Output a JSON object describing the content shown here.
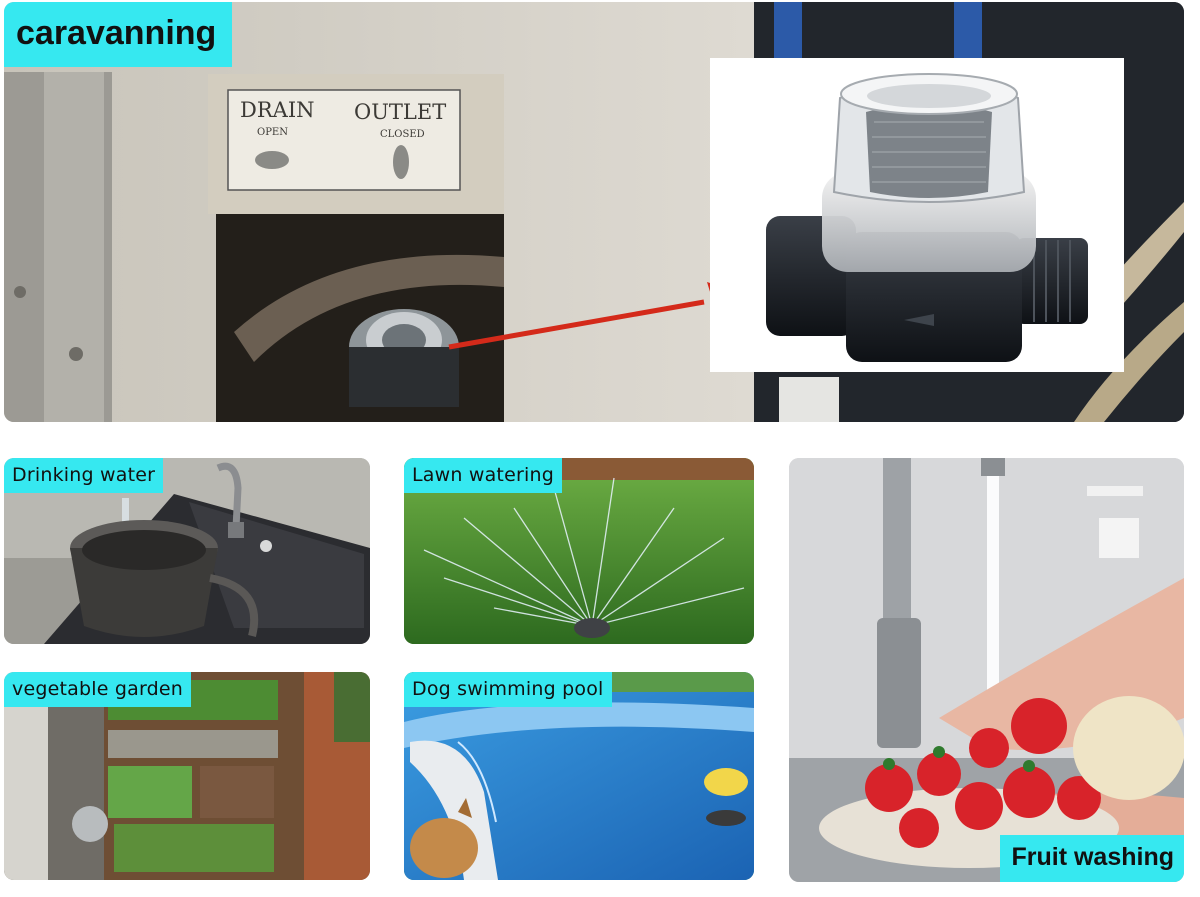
{
  "top": {
    "title": "caravanning",
    "panel": {
      "drain": "DRAIN",
      "drain_state": "OPEN",
      "outlet": "OUTLET",
      "outlet_state": "CLOSED"
    }
  },
  "scenes": {
    "drinking": "Drinking water",
    "lawn": "Lawn watering",
    "garden": "vegetable garden",
    "pool": "Dog swimming pool",
    "fruit": "Fruit washing"
  },
  "colors": {
    "label_bg": "#36e8f0",
    "arrow": "#d42a1a"
  }
}
